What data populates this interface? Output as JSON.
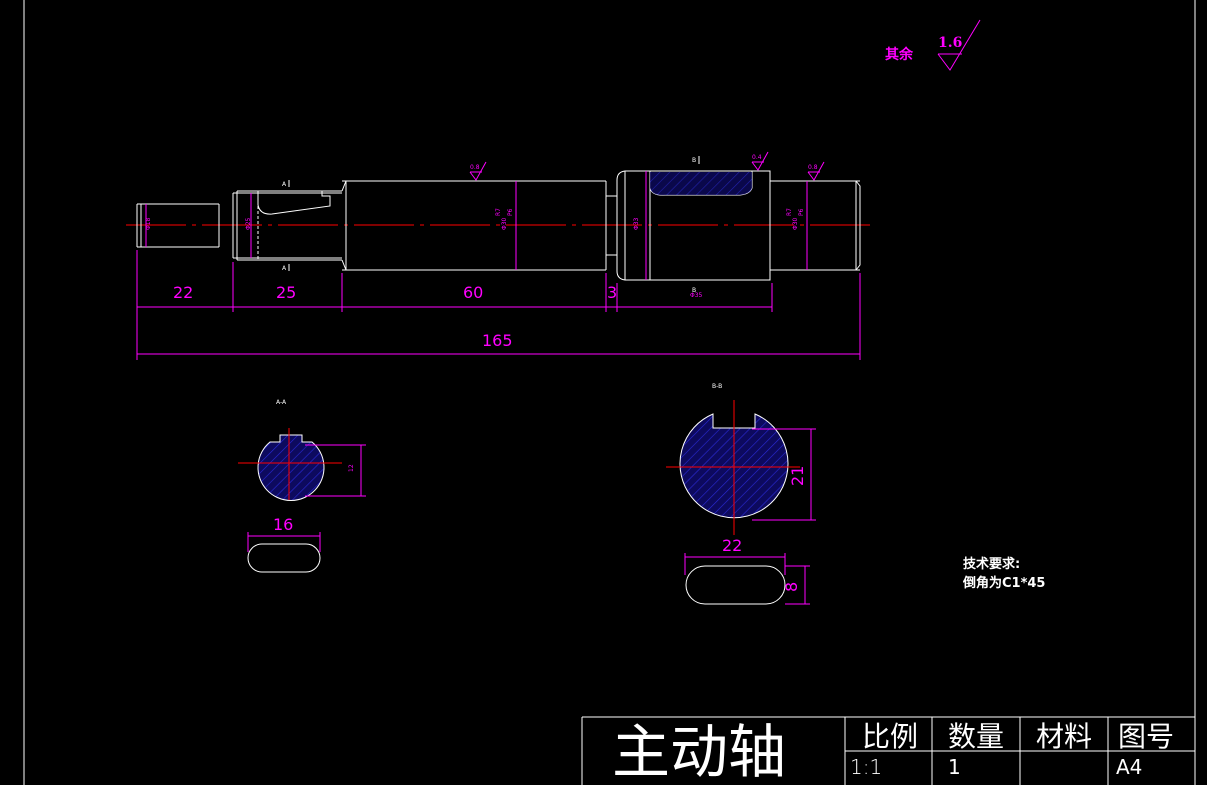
{
  "roughness": {
    "label": "其余",
    "value": "1.6",
    "sym1": "0.8",
    "sym2": "0.4",
    "sym3": "0.8"
  },
  "dimensions": {
    "d22": "22",
    "d25": "25",
    "d60": "60",
    "d3": "3",
    "d165": "165",
    "d16": "16",
    "d22b": "22",
    "d21": "21",
    "d8": "8",
    "d12": "12",
    "phi18": "Φ18",
    "phi25": "Φ25",
    "phi30": "Φ30",
    "phi33": "Φ33",
    "phi30b": "Φ30",
    "phi35": "Φ35",
    "fit1": "R7",
    "fit1b": "P6",
    "fit2": "R7",
    "fit2b": "P6"
  },
  "sections": {
    "a_mark": "A",
    "b_mark": "B",
    "a_title": "A-A",
    "b_title": "B-B"
  },
  "notes": {
    "title": "技术要求:",
    "line1": "倒角为C1*45"
  },
  "title_block": {
    "part_name": "主动轴",
    "h_scale": "比例",
    "h_qty": "数量",
    "h_material": "材料",
    "h_drawing_no": "图号",
    "v_scale": "1:1",
    "v_qty": "1",
    "v_material": "",
    "v_drawing_no": "A4"
  }
}
